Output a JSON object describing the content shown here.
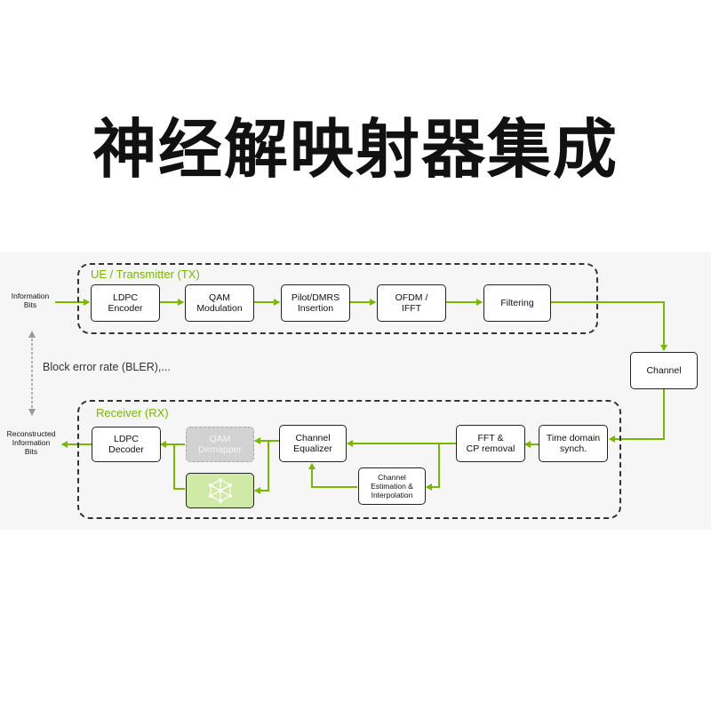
{
  "title": "神经解映射器集成",
  "tx": {
    "label": "UE / Transmitter (TX)",
    "input_label": "Information\nBits",
    "blocks": [
      "LDPC\nEncoder",
      "QAM\nModulation",
      "Pilot/DMRS\nInsertion",
      "OFDM /\nIFFT",
      "Filtering"
    ]
  },
  "channel": {
    "label": "Channel"
  },
  "metric": {
    "label": "Block error rate (BLER),..."
  },
  "rx": {
    "label": "Receiver (RX)",
    "output_label": "Reconstructed\nInformation\nBits",
    "blocks": {
      "ldpc_decoder": "LDPC\nDecoder",
      "qam_demapper": "QAM\nDemapper",
      "channel_equalizer": "Channel\nEqualizer",
      "fft_cp": "FFT &\nCP removal",
      "time_sync": "Time domain\nsynch.",
      "channel_estimation": "Channel\nEstimation &\nInterpolation"
    },
    "neural_icon": "neural-network-icon"
  },
  "colors": {
    "accent": "#76b900",
    "border": "#222222",
    "ghost": "#d2d2d2",
    "neural_fill": "#cfeaa7"
  }
}
